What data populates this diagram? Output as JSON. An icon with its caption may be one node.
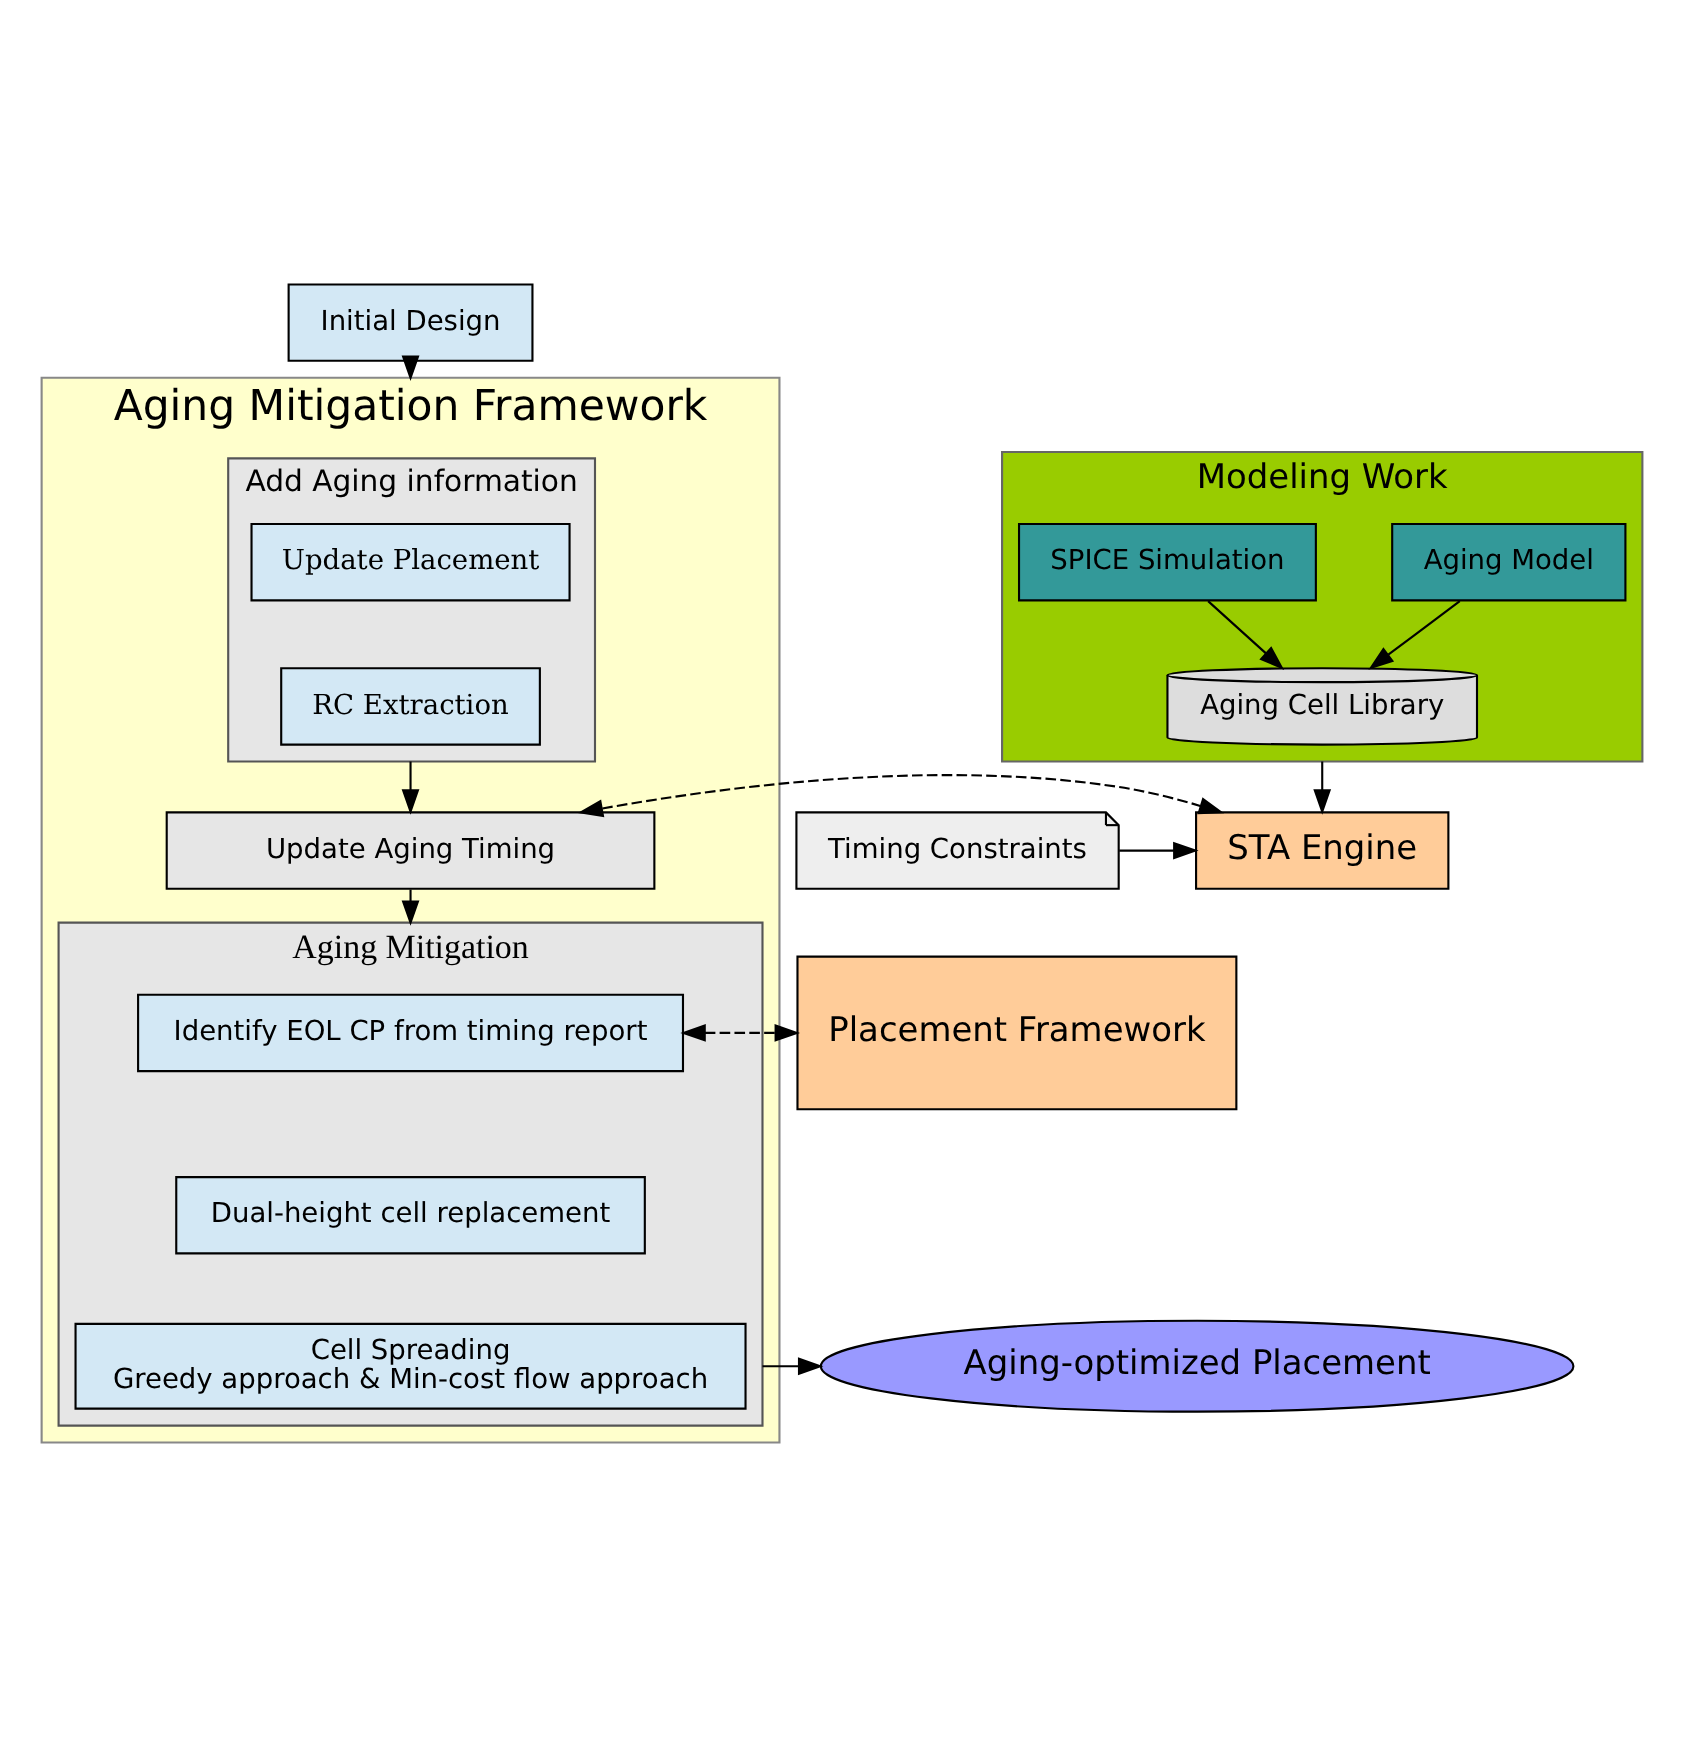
{
  "diagram": {
    "nodes": [
      {
        "text": [
          "Initial Design"
        ]
      },
      {
        "text": [
          "Aging Mitigation Framework"
        ]
      },
      {
        "text": [
          "Add Aging information"
        ],
        "in": 1
      },
      {
        "text": [
          "Update Placement"
        ],
        "in": 2
      },
      {
        "text": [
          "RC Extraction"
        ],
        "in": 2
      },
      {
        "text": [
          "Update Aging Timing"
        ],
        "in": 1
      },
      {
        "text": [
          "Aging Mitigation"
        ],
        "in": 1
      },
      {
        "text": [
          "Identify EOL CP from timing report"
        ],
        "in": 6
      },
      {
        "text": [
          "Dual-height cell replacement"
        ],
        "in": 6
      },
      {
        "text": [
          "Cell Spreading",
          "Greedy approach & Min-cost flow approach"
        ],
        "in": 6
      },
      {
        "text": [
          "Modeling Work"
        ]
      },
      {
        "text": [
          "Aging Model"
        ],
        "in": 10
      },
      {
        "text": [
          "SPICE Simulation"
        ],
        "in": 10
      },
      {
        "text": [
          "Aging Cell Library"
        ],
        "in": 10
      },
      {
        "text": [
          "STA Engine"
        ]
      },
      {
        "text": [
          "Timing Constraints"
        ]
      },
      {
        "text": [
          "Placement Framework"
        ]
      },
      {
        "text": [
          "Aging-optimized Placement"
        ]
      }
    ],
    "edges": [
      {
        "from": 0,
        "to": 1,
        "arrow": "to"
      },
      {
        "from": 2,
        "to": 5,
        "arrow": "to"
      },
      {
        "from": 5,
        "to": 6,
        "arrow": "to"
      },
      {
        "from": 11,
        "to": 13,
        "arrow": "to"
      },
      {
        "from": 12,
        "to": 13,
        "arrow": "to"
      },
      {
        "from": 10,
        "to": 14,
        "arrow": "to"
      },
      {
        "from": 15,
        "to": 14,
        "arrow": "to"
      },
      {
        "from": 5,
        "to": 14,
        "arrow": "both",
        "style": "dashed"
      },
      {
        "from": 7,
        "to": 16,
        "arrow": "both",
        "style": "dashed"
      },
      {
        "from": 6,
        "to": 17,
        "arrow": "to"
      }
    ]
  }
}
